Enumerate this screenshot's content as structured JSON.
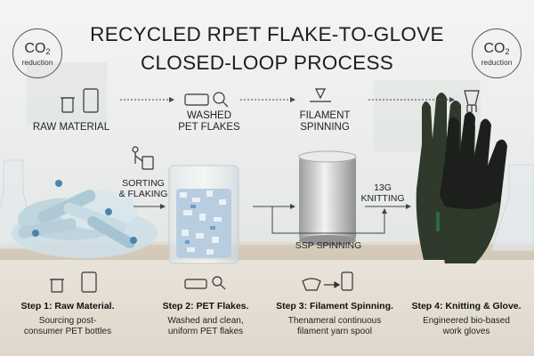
{
  "title": {
    "line1": "RECYCLED RPET FLAKE-TO-GLOVE",
    "line2": "CLOSED-LOOP PROCESS"
  },
  "co2_badge": {
    "main": "CO",
    "sub": "2",
    "caption": "reduction"
  },
  "top_stages": {
    "raw": "RAW MATERIAL",
    "washed_line1": "WASHED",
    "washed_line2": "PET FLAKES",
    "filament_line1": "FILAMENT",
    "filament_line2": "SPINNING"
  },
  "flow_labels": {
    "sorting_line1": "SORTING",
    "sorting_line2": "& FLAKING",
    "knitting_line1": "13G",
    "knitting_line2": "KNITTING",
    "ssp": "SSP SPINNING"
  },
  "steps": [
    {
      "title": "Step 1: Raw Material.",
      "body_line1": "Sourcing post-",
      "body_line2": "consumer PET bottles"
    },
    {
      "title": "Step 2: PET Flakes.",
      "body_line1": "Washed and clean,",
      "body_line2": "uniform PET flakes"
    },
    {
      "title": "Step 3: Filament Spinning.",
      "body_line1": "Thenameral continuous",
      "body_line2": "filament yarn spool"
    },
    {
      "title": "Step 4: Knitting & Glove.",
      "body_line1": "Engineered bio-based",
      "body_line2": "work gloves"
    }
  ],
  "colors": {
    "glove_knit": "#2f3a2c",
    "glove_coating": "#1a1a1a",
    "table_top": "#c9bca9",
    "background": "#e9ecea"
  }
}
